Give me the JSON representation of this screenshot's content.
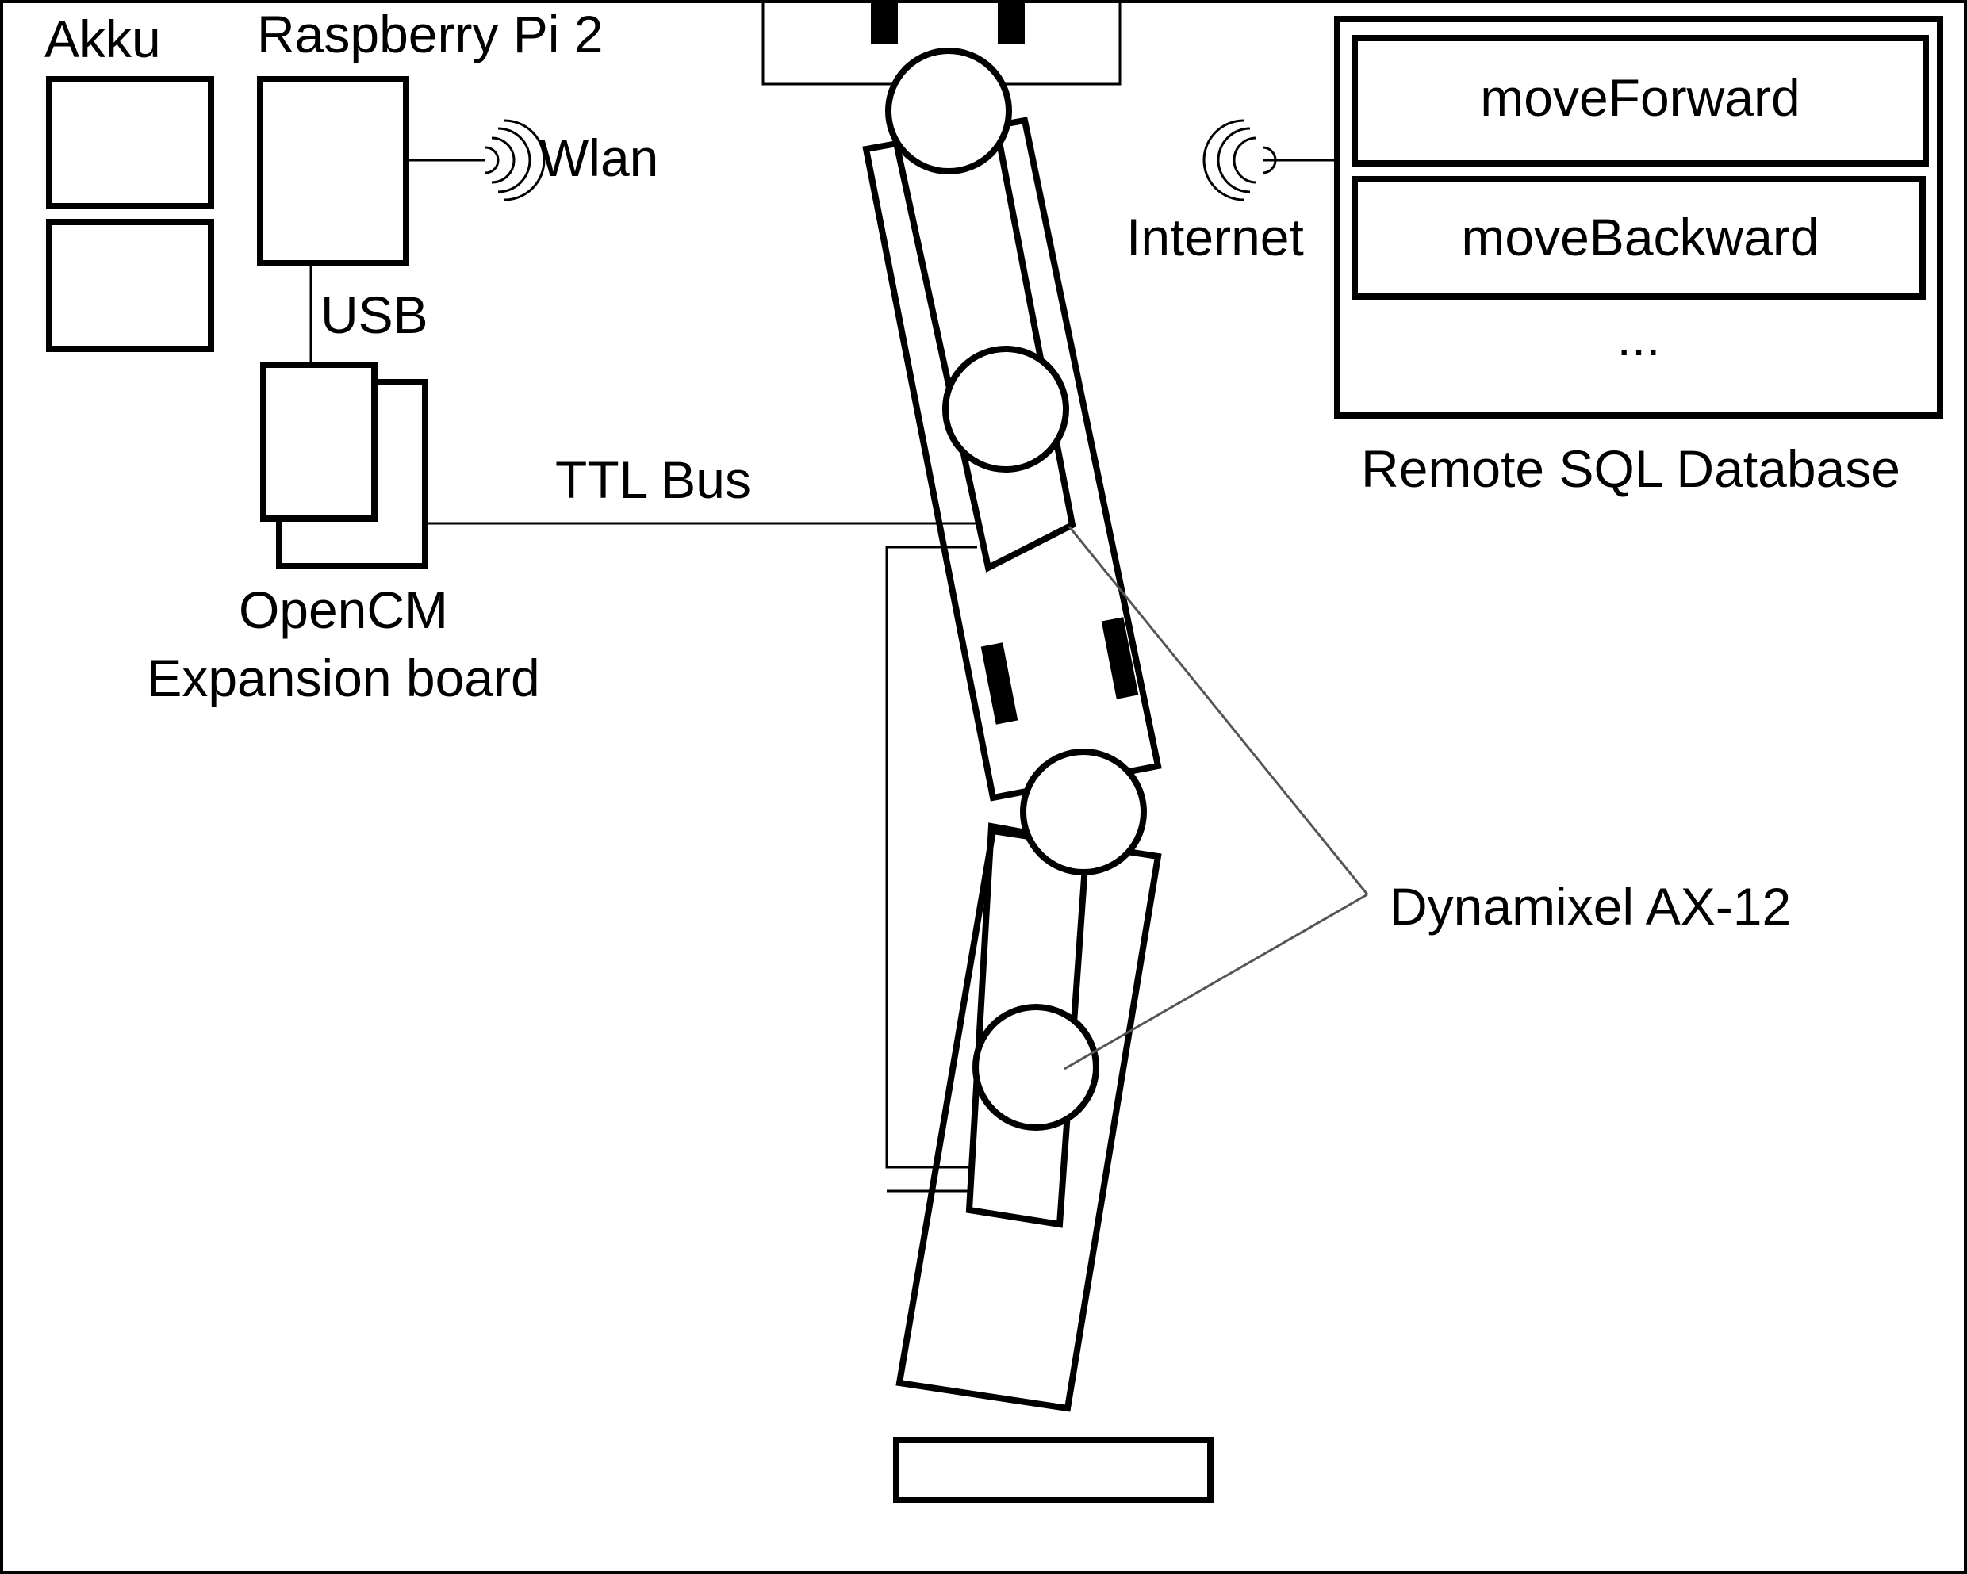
{
  "labels": {
    "akku": "Akku",
    "raspberry": "Raspberry Pi 2",
    "wlan": "Wlan",
    "usb": "USB",
    "ttl_bus": "TTL Bus",
    "opencm_line1": "OpenCM",
    "opencm_line2": "Expansion board",
    "internet": "Internet",
    "database": "Remote SQL Database",
    "dynamixel": "Dynamixel AX-12"
  },
  "database_entries": [
    "moveForward",
    "moveBackward",
    "..."
  ]
}
